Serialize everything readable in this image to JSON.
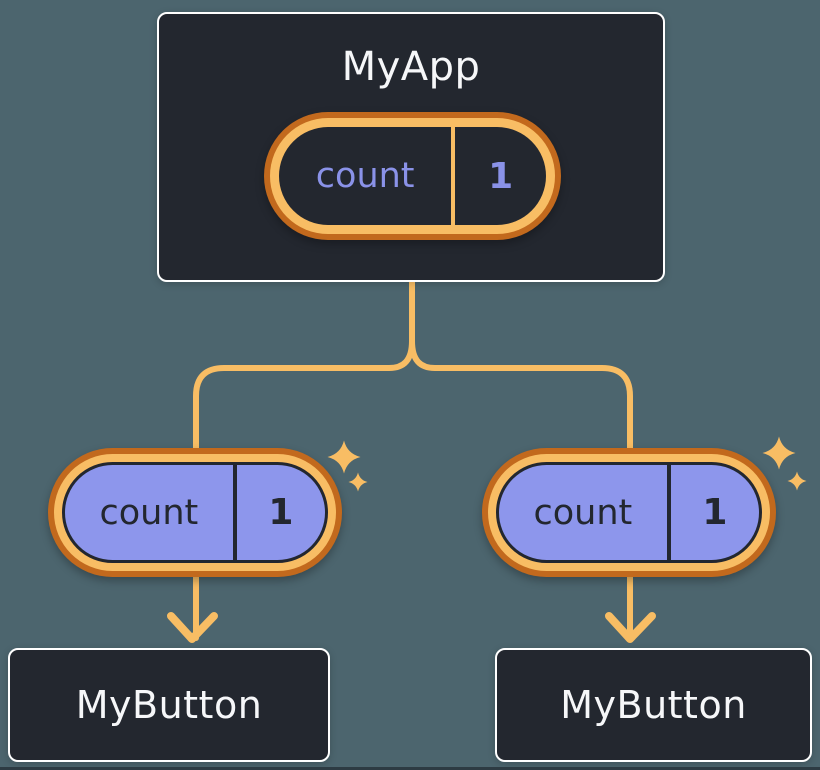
{
  "root": {
    "title": "MyApp",
    "state": {
      "label": "count",
      "value": "1"
    }
  },
  "children": [
    {
      "title": "MyButton",
      "prop": {
        "label": "count",
        "value": "1"
      }
    },
    {
      "title": "MyButton",
      "prop": {
        "label": "count",
        "value": "1"
      }
    }
  ],
  "icons": {
    "sparkle_icon": "✦"
  },
  "colors": {
    "bg": "#4C656E",
    "panel": "#23272F",
    "panel_border": "#FFFFFF",
    "orange_light": "#F8BD64",
    "orange_dark": "#C2691D",
    "periwinkle": "#8A92E8",
    "purple": "#8D96EC",
    "ink": "#23272F",
    "title_text": "#F6F7F9",
    "strip": "#2D3B43"
  }
}
